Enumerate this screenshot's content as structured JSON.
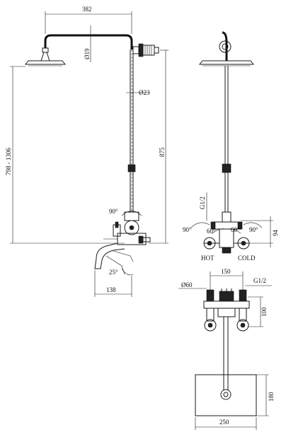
{
  "dimensions": {
    "arm_length": "382",
    "arm_diameter": "Ø19",
    "rail_diameter": "Ø23",
    "total_height": "798 - 1306",
    "rail_height": "875",
    "swivel_angle_top": "90°",
    "spout_angle": "25°",
    "spout_length": "138",
    "thread_side": "G1/2",
    "handle_angle_left": "90°",
    "handle_angle_inner_left": "60°",
    "handle_angle_inner_right": "60°",
    "handle_angle_right": "90°",
    "height_94": "94",
    "center_distance": "150",
    "flange_diameter": "Ø60",
    "thread_plan": "G1/2",
    "height_100": "100",
    "plate_width": "250",
    "plate_height": "180"
  },
  "labels": {
    "hot": "HOT",
    "cold": "COLD"
  }
}
